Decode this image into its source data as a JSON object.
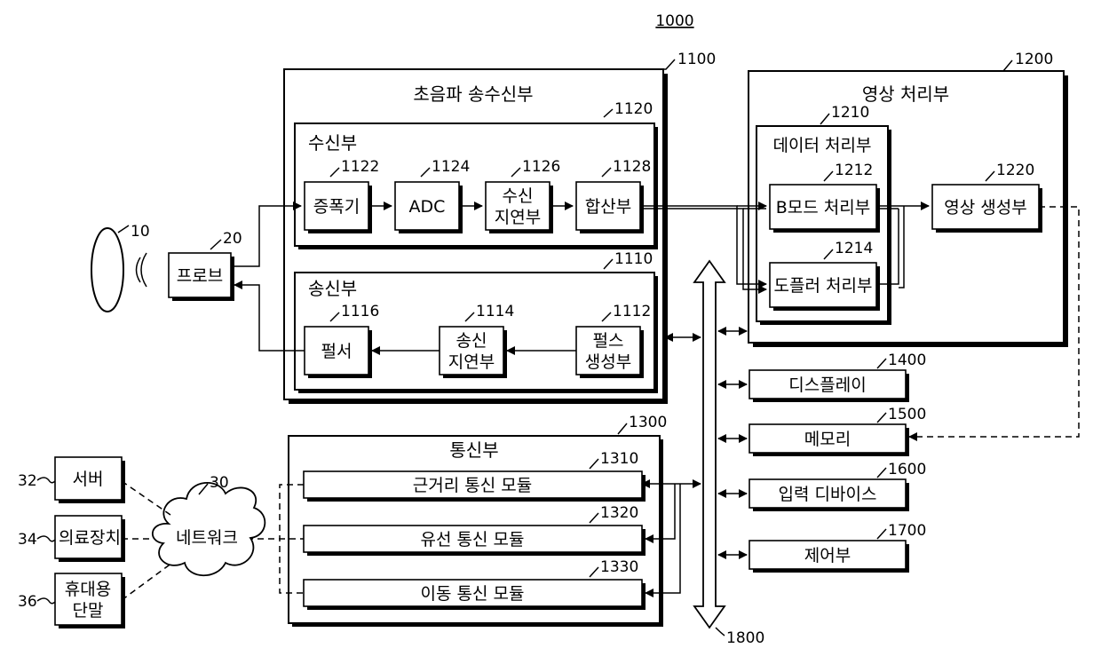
{
  "figure": {
    "ref": "1000"
  },
  "blocks": {
    "transceiver": {
      "ref": "1100",
      "title": "초음파 송수신부"
    },
    "receiver": {
      "ref": "1120",
      "title": "수신부"
    },
    "amplifier": {
      "ref": "1122",
      "label": "증폭기"
    },
    "adc": {
      "ref": "1124",
      "label": "ADC"
    },
    "rx_delay": {
      "ref": "1126",
      "line1": "수신",
      "line2": "지연부"
    },
    "summer": {
      "ref": "1128",
      "label": "합산부"
    },
    "transmitter": {
      "ref": "1110",
      "title": "송신부"
    },
    "pulser": {
      "ref": "1116",
      "label": "펄서"
    },
    "tx_delay": {
      "ref": "1114",
      "line1": "송신",
      "line2": "지연부"
    },
    "pulse_gen": {
      "ref": "1112",
      "line1": "펄스",
      "line2": "생성부"
    },
    "image_proc": {
      "ref": "1200",
      "title": "영상 처리부"
    },
    "data_proc": {
      "ref": "1210",
      "title": "데이터 처리부"
    },
    "bmode": {
      "ref": "1212",
      "label": "B모드 처리부"
    },
    "doppler": {
      "ref": "1214",
      "label": "도플러 처리부"
    },
    "image_gen": {
      "ref": "1220",
      "label": "영상 생성부"
    },
    "comm": {
      "ref": "1300",
      "title": "통신부"
    },
    "short_range": {
      "ref": "1310",
      "label": "근거리 통신 모듈"
    },
    "wired": {
      "ref": "1320",
      "label": "유선 통신 모듈"
    },
    "mobile": {
      "ref": "1330",
      "label": "이동 통신 모듈"
    },
    "display": {
      "ref": "1400",
      "label": "디스플레이"
    },
    "memory": {
      "ref": "1500",
      "label": "메모리"
    },
    "input": {
      "ref": "1600",
      "label": "입력 디바이스"
    },
    "control": {
      "ref": "1700",
      "label": "제어부"
    },
    "bus": {
      "ref": "1800"
    },
    "probe": {
      "ref": "20",
      "label": "프로브"
    },
    "object": {
      "ref": "10"
    },
    "network": {
      "ref": "30",
      "label": "네트워크"
    },
    "server": {
      "ref": "32",
      "label": "서버"
    },
    "medical": {
      "ref": "34",
      "label": "의료장치"
    },
    "portable": {
      "ref": "36",
      "line1": "휴대용",
      "line2": "단말"
    }
  }
}
